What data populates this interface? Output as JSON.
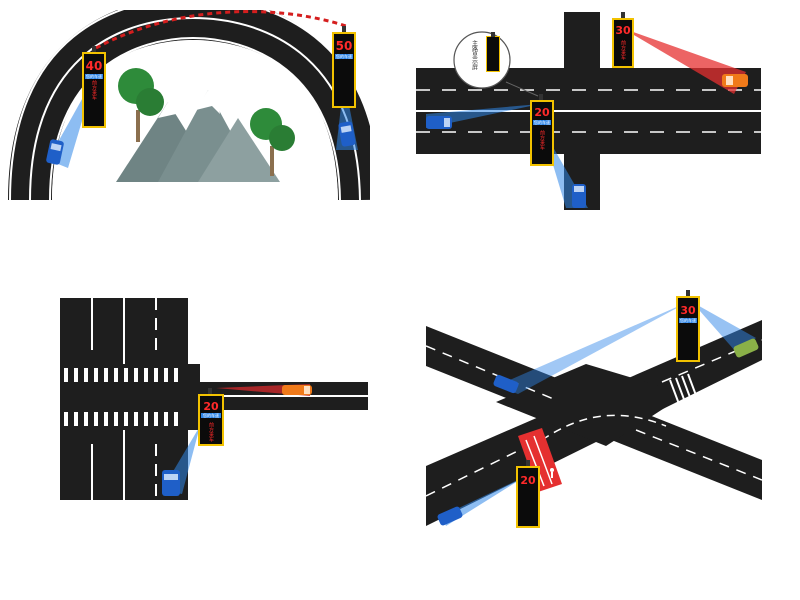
{
  "colors": {
    "road": "#1e1e1e",
    "lane": "#ffffff",
    "sign_body": "#0b0b0b",
    "sign_frame": "#f2c200",
    "led_red": "#ff2a2a",
    "beam_blue": "#2f86e8",
    "beam_red": "#e53030",
    "car_blue": "#1f5fc8",
    "car_orange": "#f07a1a",
    "car_green": "#8ab048",
    "crosswalk_red": "#e53030"
  },
  "panels": {
    "curve": {
      "sign_left": {
        "speed": "40",
        "header": "您的车速",
        "warning": "前方来车"
      },
      "sign_right": {
        "speed": "50",
        "header": "您的车速"
      }
    },
    "t_junction": {
      "sign_top": {
        "speed": "30",
        "warning": "前方来车"
      },
      "sign_center": {
        "speed": "20",
        "header": "您的车速",
        "warning": "前方来车"
      },
      "callout": {
        "label": "主路显示屏"
      }
    },
    "cross": {
      "sign": {
        "speed": "20",
        "header": "您的车速",
        "warning": "前方来车"
      }
    },
    "x_junction": {
      "sign_top": {
        "speed": "30",
        "header": "您的车速"
      },
      "sign_bottom": {
        "speed": "20"
      }
    }
  }
}
